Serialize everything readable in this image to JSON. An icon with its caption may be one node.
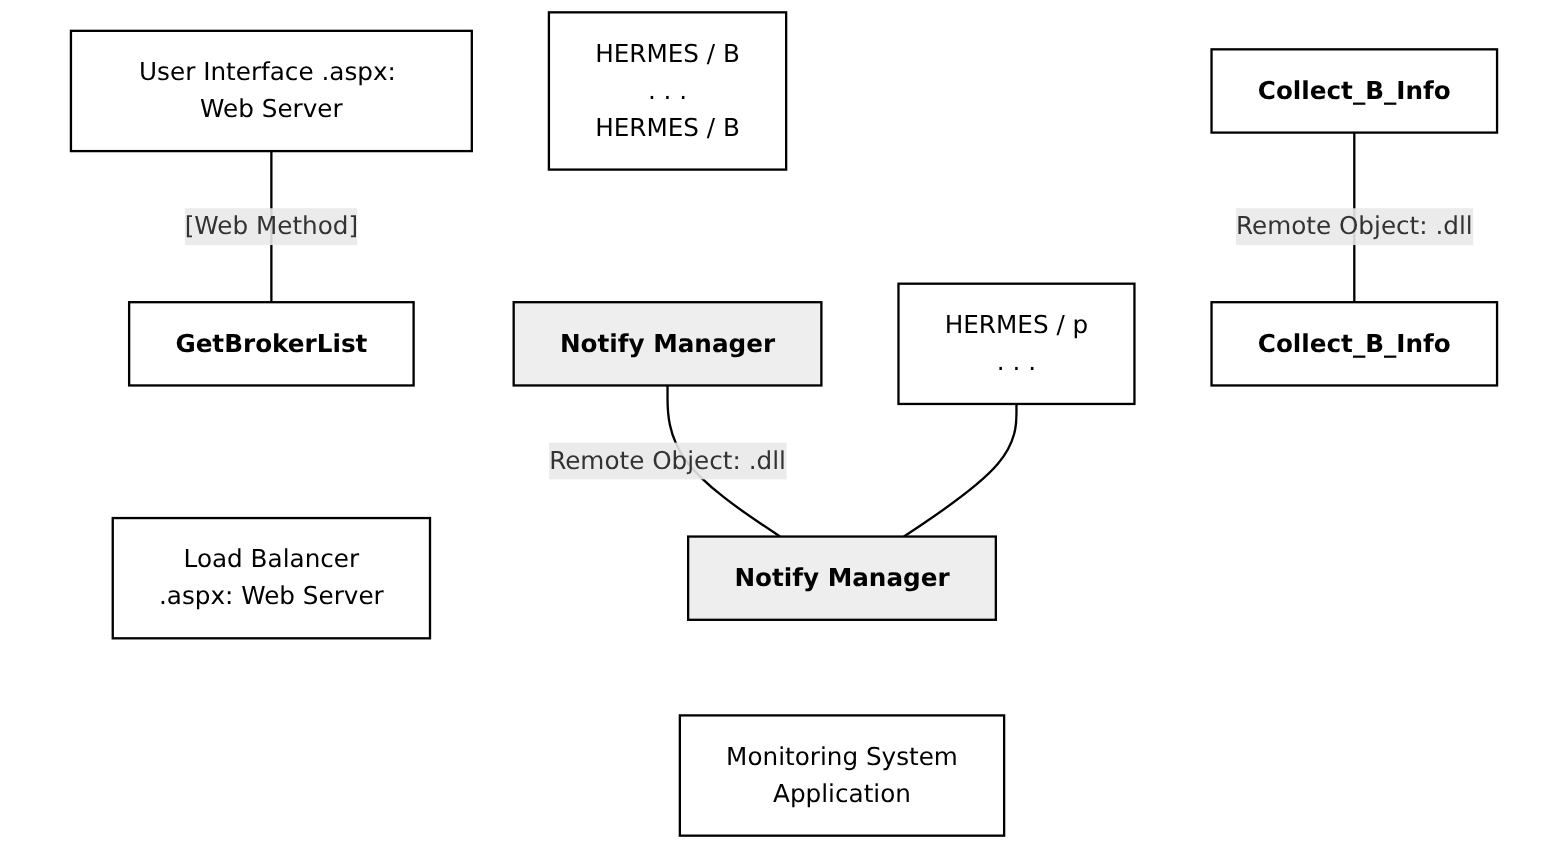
{
  "diagram": {
    "nodes": [
      {
        "text": [
          "User Interface .aspx: Web Server"
        ]
      },
      {
        "text": [
          "Load Balancer",
          ".aspx: Web Server"
        ]
      },
      {
        "text": [
          "GetBrokerList"
        ]
      },
      {
        "text": [
          "Collect_B_Info"
        ]
      },
      {
        "text": [
          "HERMES / B",
          ". . .",
          "HERMES / B"
        ]
      },
      {
        "text": [
          "Notify Manager"
        ]
      },
      {
        "text": [
          "HERMES / p",
          ". . ."
        ]
      },
      {
        "text": [
          "Monitoring System",
          "Application"
        ]
      },
      {
        "text": [
          "Notify Manager"
        ]
      },
      {
        "text": [
          "Collect_B_Info"
        ]
      }
    ],
    "edges": [
      {
        "from": 0,
        "to": 2,
        "arrow": "none",
        "label": "[Web Method]"
      },
      {
        "from": 3,
        "to": 9,
        "arrow": "none",
        "label": "Remote Object: .dll"
      },
      {
        "from": 5,
        "to": 8,
        "arrow": "none",
        "label": "Remote Object: .dll"
      },
      {
        "from": 6,
        "to": 8,
        "arrow": "none"
      }
    ]
  }
}
